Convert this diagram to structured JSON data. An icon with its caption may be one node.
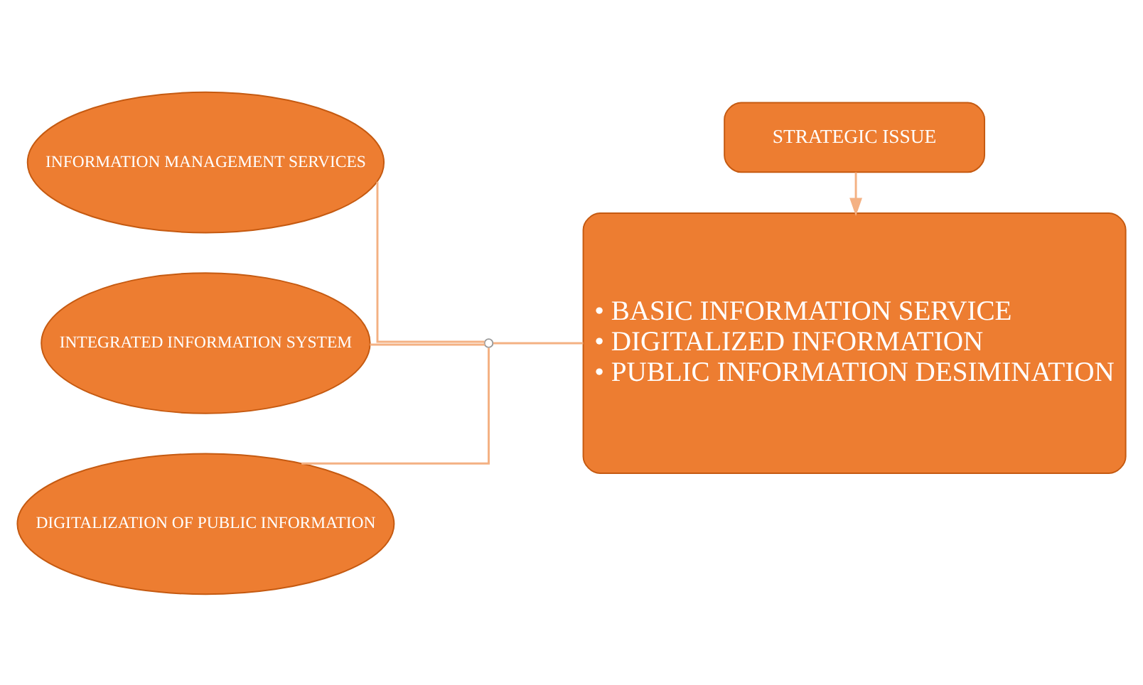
{
  "diagram": {
    "nodes": [
      {
        "text": [
          "INFORMATION MANAGEMENT SERVICES"
        ]
      },
      {
        "text": [
          "INTEGRATED INFORMATION SYSTEM"
        ]
      },
      {
        "text": [
          "DIGITALIZATION OF PUBLIC INFORMATION"
        ]
      },
      {
        "text": [
          "STRATEGIC ISSUE"
        ]
      },
      {
        "text": [
          "• BASIC INFORMATION SERVICE",
          "• DIGITALIZED INFORMATION",
          "• PUBLIC INFORMATION DESIMINATION"
        ]
      },
      {
        "text": [],
        "shape": "circle"
      }
    ],
    "edges": [
      {
        "from": 0,
        "to": 5,
        "arrow": "none"
      },
      {
        "from": 1,
        "to": 5,
        "arrow": "none"
      },
      {
        "from": 2,
        "to": 5,
        "arrow": "none"
      },
      {
        "from": 5,
        "to": 4,
        "arrow": "none"
      },
      {
        "from": 3,
        "to": 4,
        "arrow": "to"
      }
    ]
  }
}
